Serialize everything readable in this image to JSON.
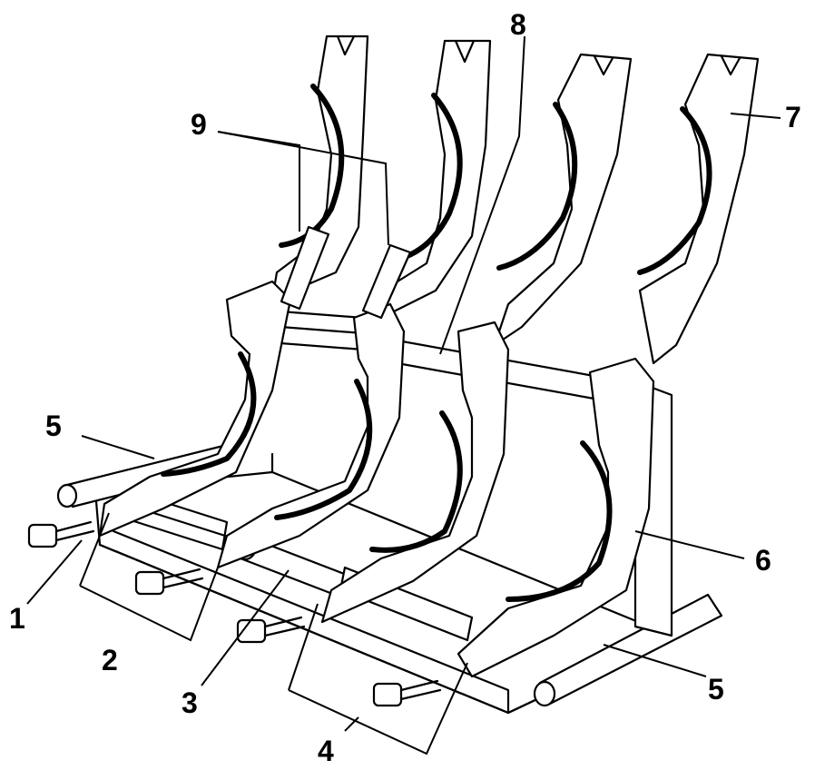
{
  "callouts": {
    "c1": "1",
    "c2": "2",
    "c3": "3",
    "c4": "4",
    "c5_left": "5",
    "c5_right": "5",
    "c6": "6",
    "c7": "7",
    "c8": "8",
    "c9": "9"
  },
  "colors": {
    "ink": "#000000",
    "paper": "#ffffff"
  }
}
